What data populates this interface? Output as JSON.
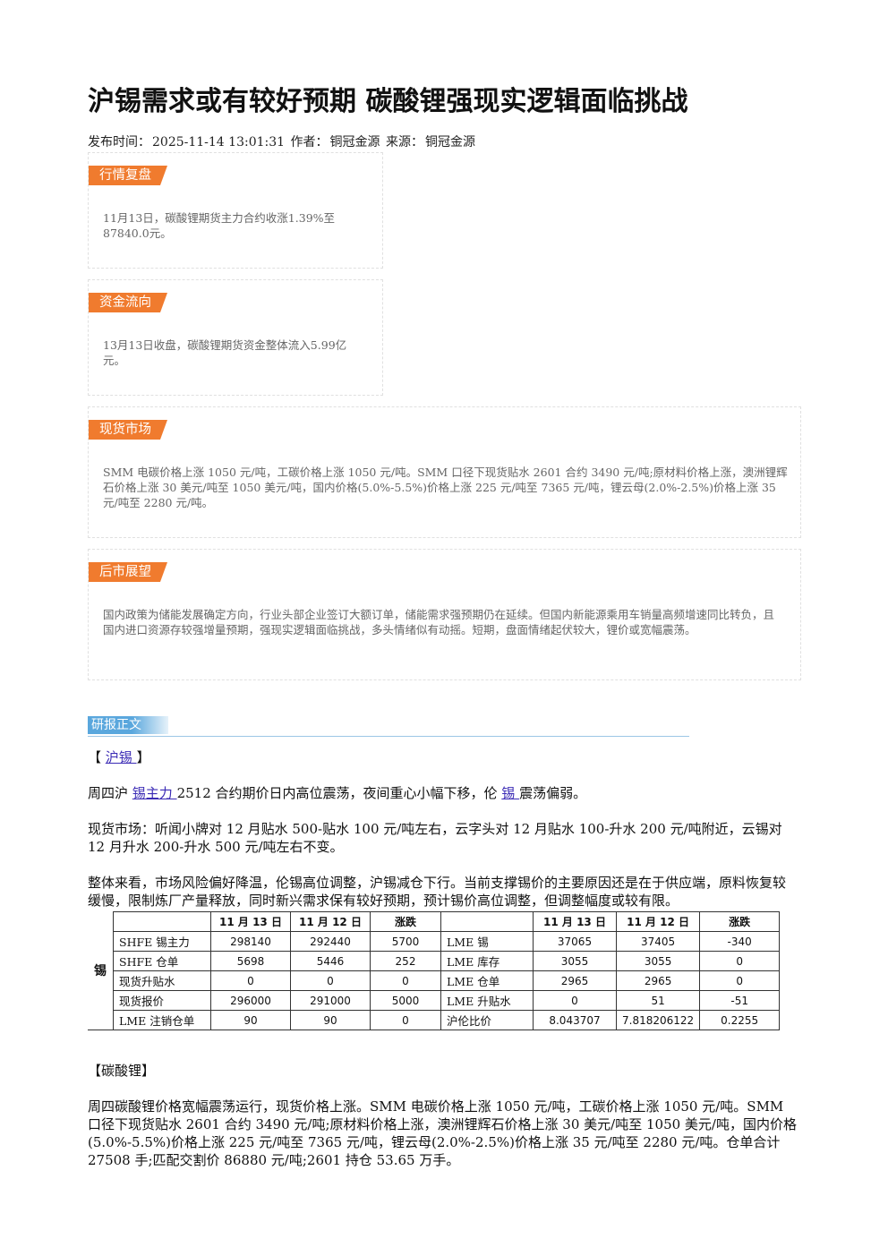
{
  "title": "沪锡需求或有较好预期 碳酸锂强现实逻辑面临挑战",
  "meta": {
    "publish_label": "发布时间：",
    "publish_time": "2025-11-14 13:01:31",
    "author_label": "作者：",
    "author": "铜冠金源",
    "source_label": "来源：",
    "source": "铜冠金源"
  },
  "boxes": {
    "market_review": {
      "tag": "行情复盘",
      "text": "11月13日，碳酸锂期货主力合约收涨1.39%至87840.0元。"
    },
    "fund_flow": {
      "tag": "资金流向",
      "text": "13月13日收盘，碳酸锂期货资金整体流入5.99亿元。"
    },
    "spot_market": {
      "tag": "现货市场",
      "text": "SMM 电碳价格上涨 1050 元/吨，工碳价格上涨 1050 元/吨。SMM 口径下现货贴水 2601 合约 3490 元/吨;原材料价格上涨，澳洲锂辉石价格上涨 30 美元/吨至 1050 美元/吨，国内价格(5.0%-5.5%)价格上涨 225 元/吨至 7365 元/吨，锂云母(2.0%-2.5%)价格上涨 35 元/吨至 2280 元/吨。"
    },
    "outlook": {
      "tag": "后市展望",
      "text": "国内政策为储能发展确定方向，行业头部企业签订大额订单，储能需求强预期仍在延续。但国内新能源乘用车销量高频增速同比转负，且国内进口资源存较强增量预期，强现实逻辑面临挑战，多头情绪似有动摇。短期，盘面情绪起伏较大，锂价或宽幅震荡。"
    }
  },
  "report_section": {
    "label": "研报正文"
  },
  "tin": {
    "heading_open": "【 ",
    "heading_link": "沪锡 ",
    "heading_close": "】",
    "p1_a": "周四沪 ",
    "p1_link1": "锡主力 ",
    "p1_b": "2512 合约期价日内高位震荡，夜间重心小幅下移，伦 ",
    "p1_link2": "锡 ",
    "p1_c": "震荡偏弱。",
    "p2": "现货市场：听闻小牌对 12 月贴水 500-贴水 100 元/吨左右，云字头对 12 月贴水 100-升水 200 元/吨附近，云锡对 12 月升水 200-升水 500 元/吨左右不变。",
    "p3": "整体来看，市场风险偏好降温，伦锡高位调整，沪锡减仓下行。当前支撑锡价的主要原因还是在于供应端，原料恢复较缓慢，限制炼厂产量释放，同时新兴需求保有较好预期，预计锡价高位调整，但调整幅度或较有限。"
  },
  "table": {
    "group_label": "锡",
    "headers_left": [
      "11 月 13 日",
      "11 月 12 日",
      "涨跌"
    ],
    "headers_right": [
      "11 月 13 日",
      "11 月 12 日",
      "涨跌"
    ],
    "rows": [
      {
        "name_l": "SHFE 锡主力",
        "l1": "298140",
        "l2": "292440",
        "l3": "5700",
        "name_r": "LME 锡",
        "r1": "37065",
        "r2": "37405",
        "r3": "-340"
      },
      {
        "name_l": "SHFE 仓单",
        "l1": "5698",
        "l2": "5446",
        "l3": "252",
        "name_r": "LME 库存",
        "r1": "3055",
        "r2": "3055",
        "r3": "0"
      },
      {
        "name_l": "现货升贴水",
        "l1": "0",
        "l2": "0",
        "l3": "0",
        "name_r": "LME 仓单",
        "r1": "2965",
        "r2": "2965",
        "r3": "0"
      },
      {
        "name_l": "现货报价",
        "l1": "296000",
        "l2": "291000",
        "l3": "5000",
        "name_r": "LME 升贴水",
        "r1": "0",
        "r2": "51",
        "r3": "-51"
      },
      {
        "name_l": "LME 注销仓单",
        "l1": "90",
        "l2": "90",
        "l3": "0",
        "name_r": "沪伦比价",
        "r1": "8.043707",
        "r2": "7.818206122",
        "r3": "0.2255"
      }
    ]
  },
  "lithium": {
    "heading": "【碳酸锂】",
    "p1": "周四碳酸锂价格宽幅震荡运行，现货价格上涨。SMM 电碳价格上涨 1050 元/吨，工碳价格上涨 1050 元/吨。SMM 口径下现货贴水 2601 合约 3490 元/吨;原材料价格上涨，澳洲锂辉石价格上涨 30 美元/吨至 1050 美元/吨，国内价格(5.0%-5.5%)价格上涨 225 元/吨至 7365 元/吨，锂云母(2.0%-2.5%)价格上涨 35 元/吨至 2280 元/吨。仓单合计 27508 手;匹配交割价 86880 元/吨;2601 持仓 53.65 万手。"
  },
  "colors": {
    "tag_orange": "#f07b2e",
    "section_blue": "#5aa7dd",
    "link": "#3b2bb5"
  }
}
